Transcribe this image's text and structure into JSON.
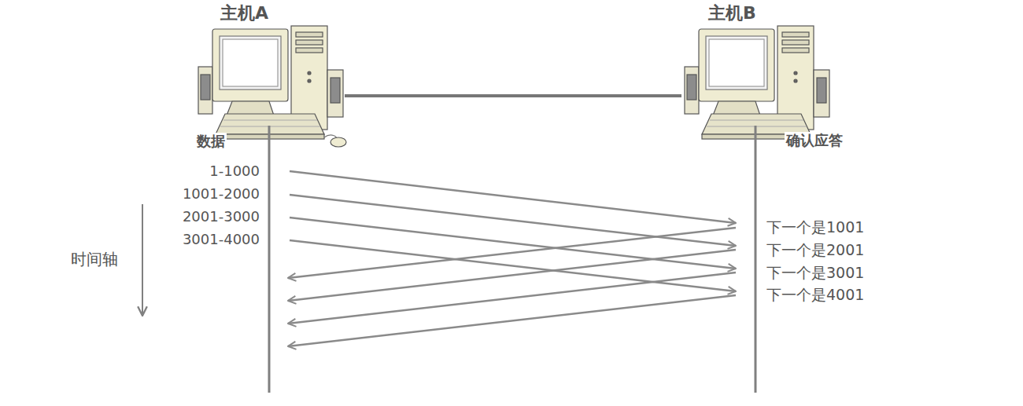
{
  "diagram": {
    "nodes": [
      {
        "text": [
          "主机A"
        ]
      },
      {
        "text": [
          "主机B"
        ]
      }
    ],
    "edges": [
      {
        "from": 0,
        "to": 1,
        "arrow": "none"
      }
    ],
    "labels": [
      "数据",
      "1-1000",
      "1001-2000",
      "2001-3000",
      "3001-4000",
      "时间轴",
      "确认应答",
      "下一个是1001",
      "下一个是2001",
      "下一个是3001",
      "下一个是4001"
    ]
  }
}
